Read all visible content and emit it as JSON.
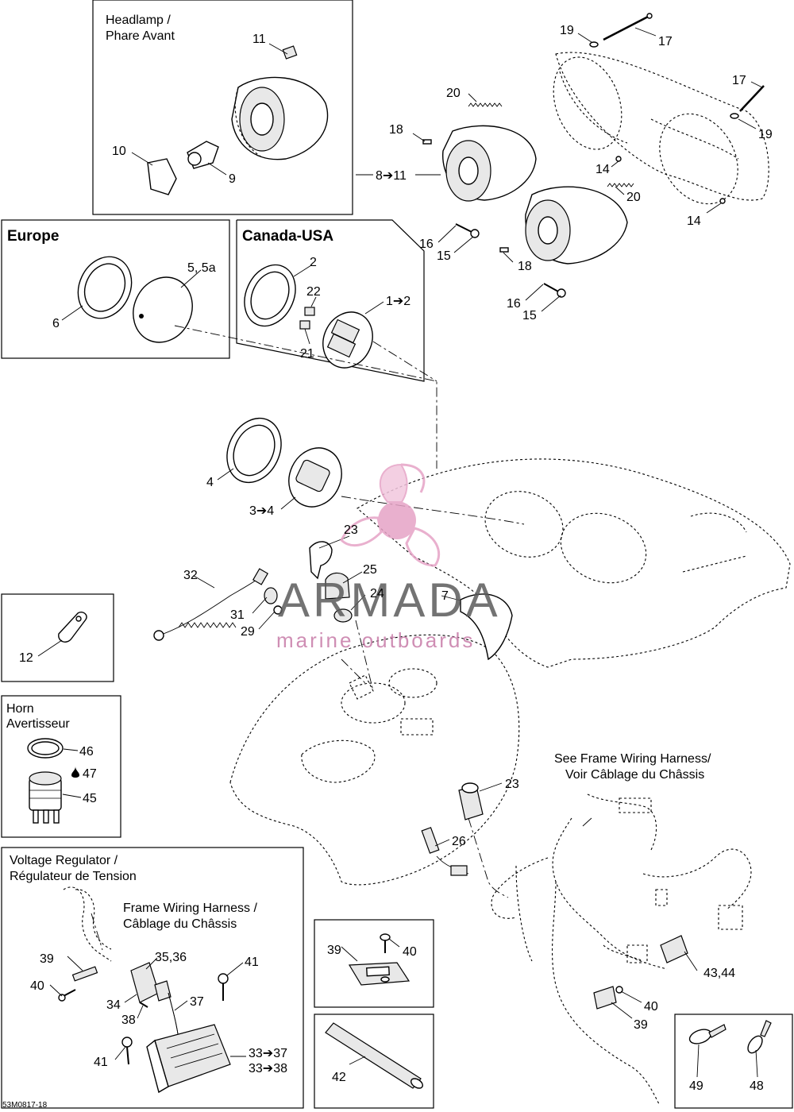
{
  "boxes": {
    "headlamp_title_1": "Headlamp /",
    "headlamp_title_2": "Phare Avant",
    "europe_title": "Europe",
    "canada_title": "Canada-USA",
    "horn_title_1": "Horn",
    "horn_title_2": "Avertisseur",
    "regulator_title_1": "Voltage Regulator /",
    "regulator_title_2": "Régulateur de Tension",
    "harness_in_box_1": "Frame Wiring Harness /",
    "harness_in_box_2": "Câblage du Châssis",
    "harness_ref_1": "See Frame Wiring Harness/",
    "harness_ref_2": "Voir Câblage du Châssis"
  },
  "callouts": {
    "c11_head": "11",
    "c10": "10",
    "c9": "9",
    "c19a": "19",
    "c17a": "17",
    "c17b": "17",
    "c19b": "19",
    "c20a": "20",
    "c20b": "20",
    "c18a": "18",
    "c18b": "18",
    "c8to11": "8➔11",
    "c14a": "14",
    "c14b": "14",
    "c16a": "16",
    "c15a": "15",
    "c16b": "16",
    "c15b": "15",
    "c5": "5, 5a",
    "c6": "6",
    "c2": "2",
    "c22": "22",
    "c1to2": "1➔2",
    "c21": "21",
    "c4": "4",
    "c3to4": "3➔4",
    "c23a": "23",
    "c25": "25",
    "c24": "24",
    "c7": "7",
    "c32": "32",
    "c31": "31",
    "c29": "29",
    "c12": "12",
    "c46": "46",
    "c47": "47",
    "c45": "45",
    "c23b": "23",
    "c26": "26",
    "c39a": "39",
    "c40a": "40",
    "c35": "35,36",
    "c34": "34",
    "c38": "38",
    "c41a": "41",
    "c37": "37",
    "c41b": "41",
    "c33to37": "33➔37",
    "c33to38": "33➔38",
    "c39b": "39",
    "c40b": "40",
    "c43": "43,44",
    "c40c": "40",
    "c39c": "39",
    "c42": "42",
    "c49": "49",
    "c48": "48"
  },
  "watermark": {
    "brand": "ARMADA",
    "tagline": "marine outboards",
    "brand_color": "#e6a3c6"
  },
  "footer": {
    "drawing_code": "53M0817-18"
  }
}
